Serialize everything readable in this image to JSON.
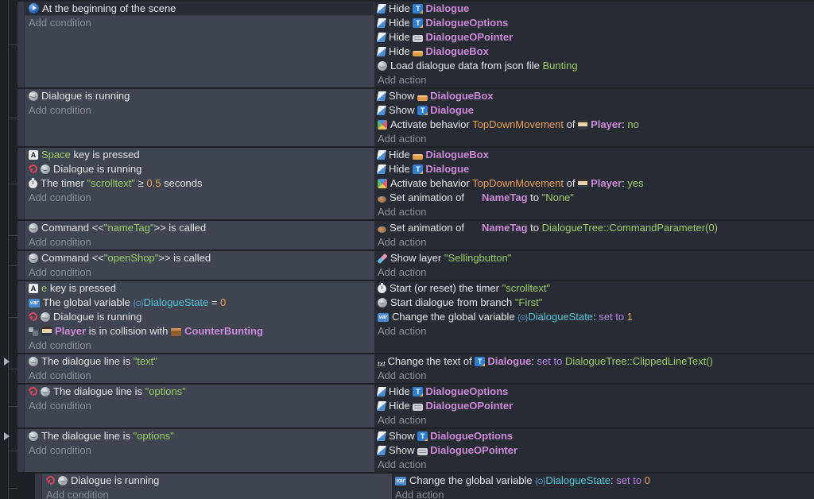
{
  "app": "event-sheet",
  "colors": {
    "page_bg": "#1d2025",
    "condition_bg": "#3e4450",
    "action_bg": "#272b33",
    "selected_row_bg": "#272b34",
    "object": "#ce8ad8",
    "string": "#9ccb65",
    "number": "#f2a55c",
    "behavior": "#ec9d57",
    "variable": "#55c3d9",
    "operator": "#b983e6",
    "muted": "#8a9097",
    "icon_blue": "#4a8bd4",
    "not_red": "#dc4660"
  },
  "labels": {
    "add_condition": "Add condition",
    "add_action": "Add action"
  },
  "icons": {
    "begin-scene-icon": {
      "cls": "i-begin"
    },
    "yarn-dialogue-icon": {
      "cls": "i-yarn"
    },
    "keyboard-key-icon": {
      "cls": "i-key"
    },
    "not-invert-icon": {
      "cls": "i-not"
    },
    "timer-icon": {
      "cls": "i-timer"
    },
    "variable-icon": {
      "cls": "i-var"
    },
    "variable-type-icon": {
      "cls": "i-vartype",
      "text": "{⊙}"
    },
    "collision-icon": {
      "cls": "i-coll"
    },
    "player-sprite-icon": {
      "cls": "i-player"
    },
    "counter-sprite-icon": {
      "cls": "i-counter"
    },
    "visibility-icon": {
      "cls": "i-vis"
    },
    "text-object-icon": {
      "cls": "i-textobj"
    },
    "speech-bubble-icon": {
      "cls": "i-bubble"
    },
    "dialogue-box-icon": {
      "cls": "i-box"
    },
    "behavior-icon": {
      "cls": "i-beh"
    },
    "animation-icon": {
      "cls": "i-anim"
    },
    "layer-icon": {
      "cls": "i-layer"
    },
    "text-tool-icon": {
      "cls": "i-txt",
      "text": "txt"
    }
  },
  "events": [
    {
      "conditions": [
        {
          "selected": true,
          "tokens": [
            [
              "icon",
              "begin-scene-icon"
            ],
            [
              "text",
              "At the beginning of the scene"
            ]
          ]
        }
      ],
      "actions": [
        {
          "tokens": [
            [
              "icon",
              "visibility-icon"
            ],
            [
              "text",
              "Hide "
            ],
            [
              "icon",
              "text-object-icon"
            ],
            [
              "obj",
              "Dialogue"
            ]
          ]
        },
        {
          "tokens": [
            [
              "icon",
              "visibility-icon"
            ],
            [
              "text",
              "Hide "
            ],
            [
              "icon",
              "text-object-icon"
            ],
            [
              "obj",
              "DialogueOptions"
            ]
          ]
        },
        {
          "tokens": [
            [
              "icon",
              "visibility-icon"
            ],
            [
              "text",
              "Hide "
            ],
            [
              "icon",
              "speech-bubble-icon"
            ],
            [
              "obj",
              "DialogueOPointer"
            ]
          ]
        },
        {
          "tokens": [
            [
              "icon",
              "visibility-icon"
            ],
            [
              "text",
              "Hide "
            ],
            [
              "icon",
              "dialogue-box-icon"
            ],
            [
              "obj",
              "DialogueBox"
            ]
          ]
        },
        {
          "tokens": [
            [
              "icon",
              "yarn-dialogue-icon"
            ],
            [
              "text",
              "Load dialogue data from json file "
            ],
            [
              "str",
              "Bunting"
            ]
          ]
        }
      ]
    },
    {
      "conditions": [
        {
          "tokens": [
            [
              "icon",
              "yarn-dialogue-icon"
            ],
            [
              "text",
              "Dialogue is running"
            ]
          ]
        }
      ],
      "actions": [
        {
          "tokens": [
            [
              "icon",
              "visibility-icon"
            ],
            [
              "text",
              "Show "
            ],
            [
              "icon",
              "dialogue-box-icon"
            ],
            [
              "obj",
              "DialogueBox"
            ]
          ]
        },
        {
          "tokens": [
            [
              "icon",
              "visibility-icon"
            ],
            [
              "text",
              "Show "
            ],
            [
              "icon",
              "text-object-icon"
            ],
            [
              "obj",
              "Dialogue"
            ]
          ]
        },
        {
          "tokens": [
            [
              "icon",
              "behavior-icon"
            ],
            [
              "text",
              "Activate behavior "
            ],
            [
              "beh",
              "TopDownMovement"
            ],
            [
              "text",
              " of "
            ],
            [
              "icon",
              "player-sprite-icon"
            ],
            [
              "obj",
              "Player"
            ],
            [
              "text",
              ": "
            ],
            [
              "str",
              "no"
            ]
          ]
        }
      ]
    },
    {
      "conditions": [
        {
          "tokens": [
            [
              "icon",
              "keyboard-key-icon"
            ],
            [
              "key",
              "Space"
            ],
            [
              "text",
              " key is pressed"
            ]
          ]
        },
        {
          "tokens": [
            [
              "icon",
              "not-invert-icon"
            ],
            [
              "icon",
              "yarn-dialogue-icon"
            ],
            [
              "text",
              "Dialogue is running"
            ]
          ]
        },
        {
          "tokens": [
            [
              "icon",
              "timer-icon"
            ],
            [
              "text",
              "The timer "
            ],
            [
              "str",
              "\"scrolltext\""
            ],
            [
              "text",
              " ≥ "
            ],
            [
              "num",
              "0.5"
            ],
            [
              "text",
              " seconds"
            ]
          ]
        }
      ],
      "actions": [
        {
          "tokens": [
            [
              "icon",
              "visibility-icon"
            ],
            [
              "text",
              "Hide "
            ],
            [
              "icon",
              "dialogue-box-icon"
            ],
            [
              "obj",
              "DialogueBox"
            ]
          ]
        },
        {
          "tokens": [
            [
              "icon",
              "visibility-icon"
            ],
            [
              "text",
              "Hide "
            ],
            [
              "icon",
              "text-object-icon"
            ],
            [
              "obj",
              "Dialogue"
            ]
          ]
        },
        {
          "tokens": [
            [
              "icon",
              "behavior-icon"
            ],
            [
              "text",
              "Activate behavior "
            ],
            [
              "beh",
              "TopDownMovement"
            ],
            [
              "text",
              " of "
            ],
            [
              "icon",
              "player-sprite-icon"
            ],
            [
              "obj",
              "Player"
            ],
            [
              "text",
              ": "
            ],
            [
              "str",
              "yes"
            ]
          ]
        },
        {
          "tokens": [
            [
              "icon",
              "animation-icon"
            ],
            [
              "text",
              "Set animation of"
            ],
            [
              "gap",
              ""
            ],
            [
              "obj",
              "NameTag"
            ],
            [
              "text",
              " to "
            ],
            [
              "str",
              "\"None\""
            ]
          ]
        }
      ]
    },
    {
      "conditions": [
        {
          "tokens": [
            [
              "icon",
              "yarn-dialogue-icon"
            ],
            [
              "text",
              "Command <<"
            ],
            [
              "str",
              "\"nameTag\""
            ],
            [
              "text",
              ">> is called"
            ]
          ]
        }
      ],
      "actions": [
        {
          "tokens": [
            [
              "icon",
              "animation-icon"
            ],
            [
              "text",
              "Set animation of"
            ],
            [
              "gap",
              ""
            ],
            [
              "obj",
              "NameTag"
            ],
            [
              "text",
              " to "
            ],
            [
              "expr",
              "DialogueTree::CommandParameter(0)"
            ]
          ]
        }
      ]
    },
    {
      "conditions": [
        {
          "tokens": [
            [
              "icon",
              "yarn-dialogue-icon"
            ],
            [
              "text",
              "Command <<"
            ],
            [
              "str",
              "\"openShop\""
            ],
            [
              "text",
              ">> is called"
            ]
          ]
        }
      ],
      "actions": [
        {
          "tokens": [
            [
              "icon",
              "layer-icon"
            ],
            [
              "text",
              "Show layer "
            ],
            [
              "str",
              "\"Sellingbutton\""
            ]
          ]
        }
      ]
    },
    {
      "conditions": [
        {
          "tokens": [
            [
              "icon",
              "keyboard-key-icon"
            ],
            [
              "key",
              "e"
            ],
            [
              "text",
              " key is pressed"
            ]
          ]
        },
        {
          "tokens": [
            [
              "icon",
              "variable-icon"
            ],
            [
              "text",
              "The global variable "
            ],
            [
              "icon",
              "variable-type-icon"
            ],
            [
              "var",
              "DialogueState"
            ],
            [
              "text",
              " = "
            ],
            [
              "num",
              "0"
            ]
          ]
        },
        {
          "tokens": [
            [
              "icon",
              "not-invert-icon"
            ],
            [
              "icon",
              "yarn-dialogue-icon"
            ],
            [
              "text",
              "Dialogue is running"
            ]
          ]
        },
        {
          "tokens": [
            [
              "icon",
              "collision-icon"
            ],
            [
              "icon",
              "player-sprite-icon"
            ],
            [
              "obj",
              "Player"
            ],
            [
              "text",
              " is in collision with "
            ],
            [
              "icon",
              "counter-sprite-icon"
            ],
            [
              "obj",
              "CounterBunting"
            ]
          ]
        }
      ],
      "actions": [
        {
          "tokens": [
            [
              "icon",
              "timer-icon"
            ],
            [
              "text",
              "Start (or reset) the timer "
            ],
            [
              "str",
              "\"scrolltext\""
            ]
          ]
        },
        {
          "tokens": [
            [
              "icon",
              "yarn-dialogue-icon"
            ],
            [
              "text",
              "Start dialogue from branch "
            ],
            [
              "str",
              "\"First\""
            ]
          ]
        },
        {
          "tokens": [
            [
              "icon",
              "variable-icon"
            ],
            [
              "text",
              "Change the global variable "
            ],
            [
              "icon",
              "variable-type-icon"
            ],
            [
              "var",
              "DialogueState"
            ],
            [
              "text",
              ": "
            ],
            [
              "op",
              "set to "
            ],
            [
              "num",
              "1"
            ]
          ]
        }
      ]
    },
    {
      "caret": true,
      "conditions": [
        {
          "tokens": [
            [
              "icon",
              "yarn-dialogue-icon"
            ],
            [
              "text",
              "The dialogue line is "
            ],
            [
              "str",
              "\"text\""
            ]
          ]
        }
      ],
      "actions": [
        {
          "tokens": [
            [
              "icon",
              "text-tool-icon"
            ],
            [
              "text",
              "Change the text of "
            ],
            [
              "icon",
              "text-object-icon"
            ],
            [
              "obj",
              "Dialogue"
            ],
            [
              "text",
              ": "
            ],
            [
              "op",
              "set to "
            ],
            [
              "expr",
              "DialogueTree::ClippedLineText()"
            ]
          ]
        }
      ]
    },
    {
      "conditions": [
        {
          "tokens": [
            [
              "icon",
              "not-invert-icon"
            ],
            [
              "icon",
              "yarn-dialogue-icon"
            ],
            [
              "text",
              "The dialogue line is "
            ],
            [
              "str",
              "\"options\""
            ]
          ]
        }
      ],
      "actions": [
        {
          "tokens": [
            [
              "icon",
              "visibility-icon"
            ],
            [
              "text",
              "Hide "
            ],
            [
              "icon",
              "text-object-icon"
            ],
            [
              "obj",
              "DialogueOptions"
            ]
          ]
        },
        {
          "tokens": [
            [
              "icon",
              "visibility-icon"
            ],
            [
              "text",
              "Hide "
            ],
            [
              "icon",
              "speech-bubble-icon"
            ],
            [
              "obj",
              "DialogueOPointer"
            ]
          ]
        }
      ]
    },
    {
      "caret": true,
      "conditions": [
        {
          "tokens": [
            [
              "icon",
              "yarn-dialogue-icon"
            ],
            [
              "text",
              "The dialogue line is "
            ],
            [
              "str",
              "\"options\""
            ]
          ]
        }
      ],
      "actions": [
        {
          "tokens": [
            [
              "icon",
              "visibility-icon"
            ],
            [
              "text",
              "Show "
            ],
            [
              "icon",
              "text-object-icon"
            ],
            [
              "obj",
              "DialogueOptions"
            ]
          ]
        },
        {
          "tokens": [
            [
              "icon",
              "visibility-icon"
            ],
            [
              "text",
              "Show "
            ],
            [
              "icon",
              "speech-bubble-icon"
            ],
            [
              "obj",
              "DialogueOPointer"
            ]
          ]
        }
      ]
    },
    {
      "indent": 22,
      "conditions": [
        {
          "tokens": [
            [
              "icon",
              "not-invert-icon"
            ],
            [
              "icon",
              "yarn-dialogue-icon"
            ],
            [
              "text",
              "Dialogue is running"
            ]
          ]
        }
      ],
      "actions": [
        {
          "tokens": [
            [
              "icon",
              "variable-icon"
            ],
            [
              "text",
              "Change the global variable "
            ],
            [
              "icon",
              "variable-type-icon"
            ],
            [
              "var",
              "DialogueState"
            ],
            [
              "text",
              ": "
            ],
            [
              "op",
              "set to "
            ],
            [
              "num",
              "0"
            ]
          ]
        }
      ]
    }
  ]
}
